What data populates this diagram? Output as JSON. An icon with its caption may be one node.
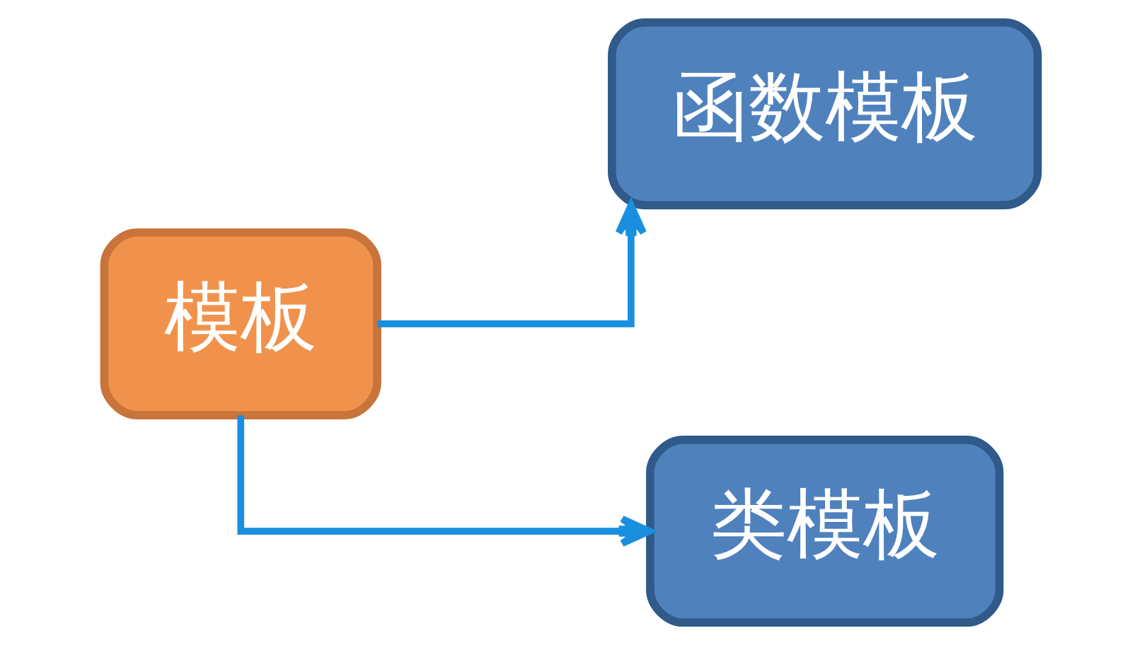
{
  "diagram": {
    "nodes": [
      {
        "text": [
          "模板"
        ]
      },
      {
        "text": [
          "函数模板"
        ]
      },
      {
        "text": [
          "类模板"
        ]
      }
    ],
    "edges": [
      {
        "from": 0,
        "to": 1,
        "arrow": "to"
      },
      {
        "from": 0,
        "to": 2,
        "arrow": "to"
      }
    ]
  }
}
